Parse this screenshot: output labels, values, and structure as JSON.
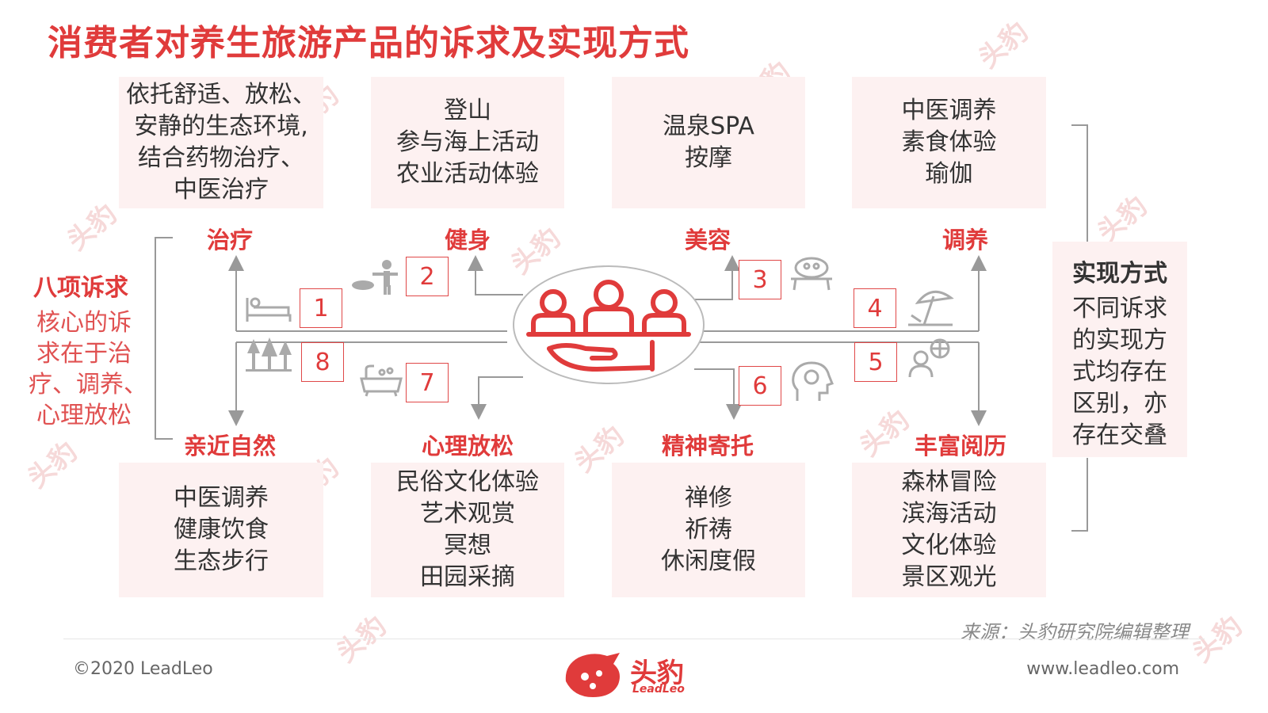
{
  "title": "消费者对养生旅游产品的诉求及实现方式",
  "top_boxes": [
    [
      "依托舒适、放松、",
      "安静的生态环境,",
      "结合药物治疗、",
      "中医治疗"
    ],
    [
      "登山",
      "参与海上活动",
      "农业活动体验"
    ],
    [
      "温泉SPA",
      "按摩"
    ],
    [
      "中医调养",
      "素食体验",
      "瑜伽"
    ]
  ],
  "bottom_boxes": [
    [
      "中医调养",
      "健康饮食",
      "生态步行"
    ],
    [
      "民俗文化体验",
      "艺术观赏",
      "冥想",
      "田园采摘"
    ],
    [
      "禅修",
      "祈祷",
      "休闲度假"
    ],
    [
      "森林冒险",
      "滨海活动",
      "文化体验",
      "景区观光"
    ]
  ],
  "top_categories": [
    "治疗",
    "健身",
    "美容",
    "调养"
  ],
  "bottom_categories": [
    "亲近自然",
    "心理放松",
    "精神寄托",
    "丰富阅历"
  ],
  "numbers": [
    "1",
    "2",
    "3",
    "4",
    "5",
    "6",
    "7",
    "8"
  ],
  "left_panel": {
    "heading": "八项诉求",
    "lines": [
      "核心的诉",
      "求在于治",
      "疗、调养、",
      "心理放松"
    ]
  },
  "right_panel": {
    "heading": "实现方式",
    "lines": [
      "不同诉求",
      "的实现方",
      "式均存在",
      "区别，亦",
      "存在交叠"
    ]
  },
  "source": "来源：头豹研究院编辑整理",
  "footer_left": "©2020 LeadLeo",
  "footer_right": "www.leadleo.com",
  "logo": {
    "name": "头豹",
    "sub": "LeadLeo"
  },
  "watermark": "头豹",
  "colors": {
    "accent": "#e03b3b",
    "box_bg": "#fdf1f1",
    "line": "#999999"
  },
  "icons": [
    "bed-icon",
    "fitness-icon",
    "spa-icon",
    "beach-icon",
    "travel-icon",
    "meditation-icon",
    "bath-icon",
    "trees-icon",
    "people-hand-icon"
  ]
}
